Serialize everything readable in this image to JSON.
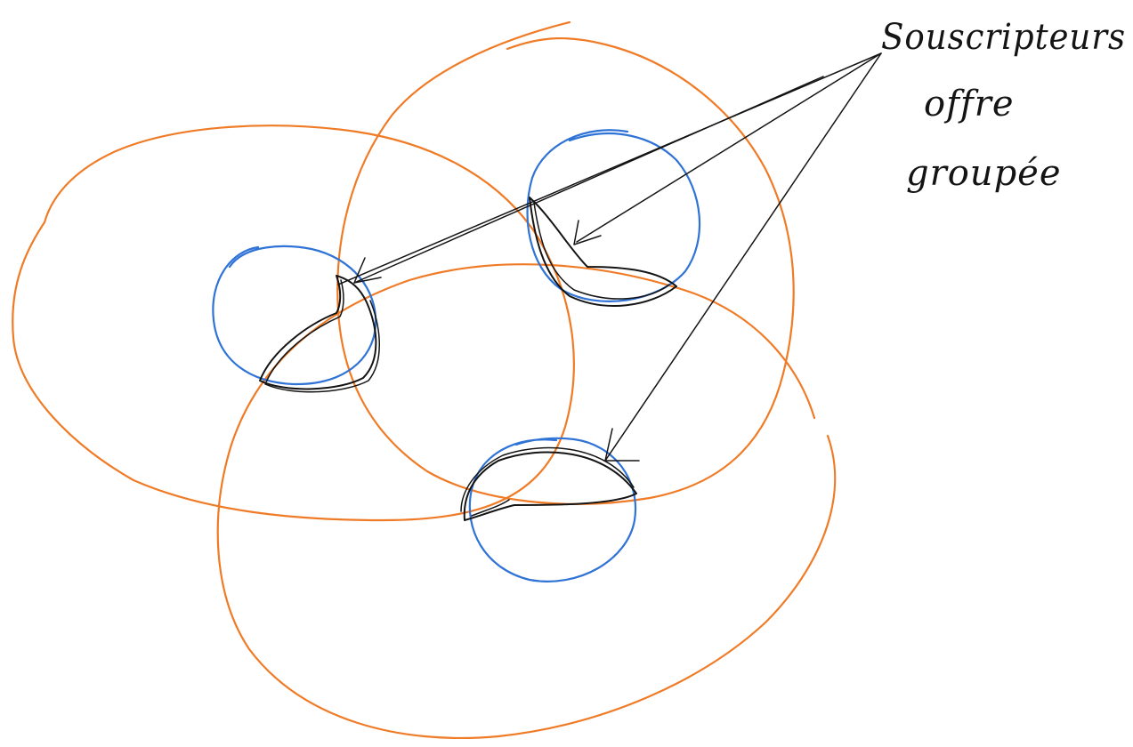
{
  "annotation": {
    "lines": [
      "Souscripteurs",
      "offre",
      "groupée"
    ]
  },
  "colors": {
    "large_sets": "#f07b26",
    "small_sets": "#2f73d6",
    "ink": "#141414",
    "background": "#ffffff"
  }
}
